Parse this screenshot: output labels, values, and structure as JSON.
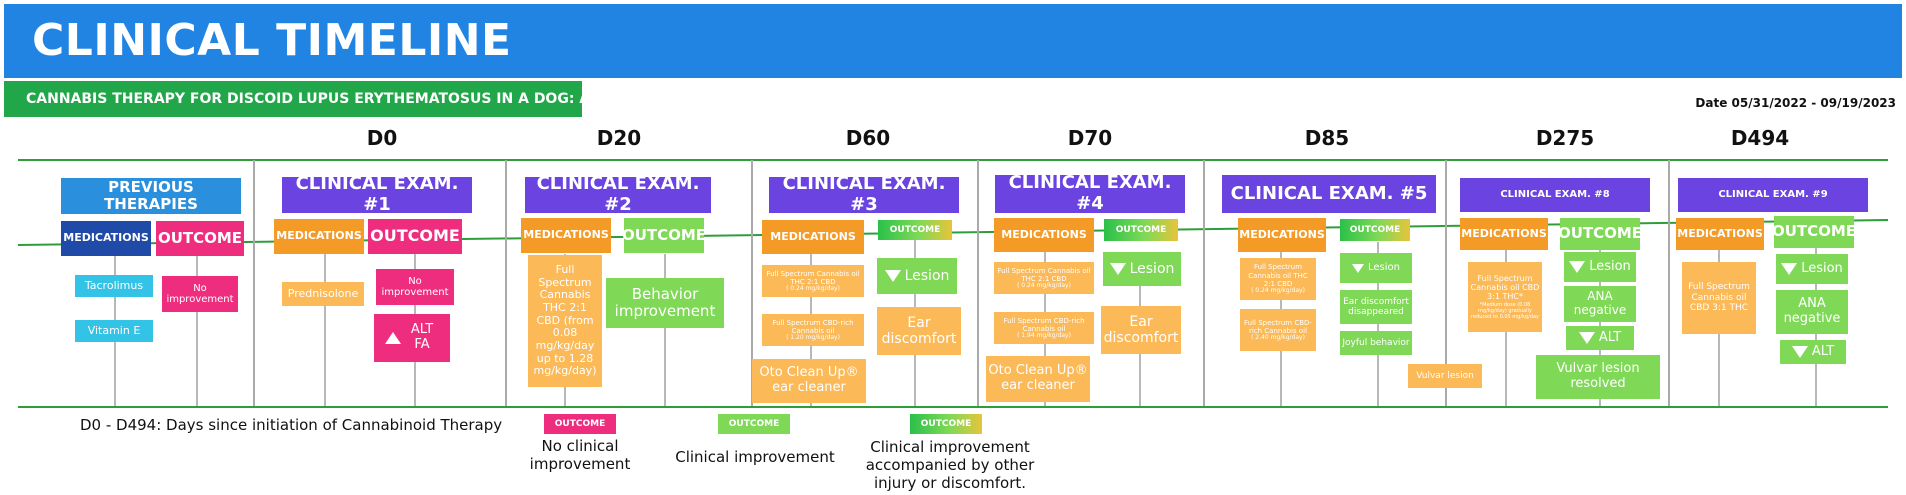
{
  "title": "CLINICAL TIMELINE",
  "subtitle": "CANNABIS THERAPY FOR DISCOID LUPUS ERYTHEMATOSUS IN A DOG: A CASE REPORT",
  "date_range": "Date 05/31/2022 - 09/19/2023",
  "day_labels": [
    "D0",
    "D20",
    "D60",
    "D70",
    "D85",
    "D275",
    "D494"
  ],
  "previous": {
    "header": "PREVIOUS THERAPIES",
    "medications_label": "MEDICATIONS",
    "outcome_label": "OUTCOME",
    "meds": [
      "Tacrolimus",
      "Vitamin E"
    ],
    "outcome": "No improvement"
  },
  "exam1": {
    "header": "CLINICAL EXAM. #1",
    "medications_label": "MEDICATIONS",
    "outcome_label": "OUTCOME",
    "med": "Prednisolone",
    "outcome_no_improvement": "No improvement",
    "outcome_alt_fa": "ALT FA"
  },
  "exam2": {
    "header": "CLINICAL EXAM. #2",
    "medications_label": "MEDICATIONS",
    "outcome_label": "OUTCOME",
    "med": "Full Spectrum Cannabis THC 2:1 CBD (from 0.08 mg/kg/day up to 1.28 mg/kg/day)",
    "outcome": "Behavior improvement"
  },
  "exam3": {
    "header": "CLINICAL EXAM. #3",
    "medications_label": "MEDICATIONS",
    "outcome_label": "OUTCOME",
    "med1": "Full Spectrum Cannabis oil THC 2:1 CBD",
    "med1_dose": "( 0.24 mg/kg/day)",
    "med2": "Full Spectrum CBD-rich Cannabis oil",
    "med2_dose": "( 1.20 mg/kg/day)",
    "med3": "Oto Clean Up® ear cleaner",
    "outcome1": "Lesion",
    "outcome2": "Ear discomfort"
  },
  "exam4": {
    "header": "CLINICAL EXAM. #4",
    "medications_label": "MEDICATIONS",
    "outcome_label": "OUTCOME",
    "med1": "Full Spectrum Cannabis oil THC 2:1 CBD",
    "med1_dose": "( 0.24 mg/kg/day)",
    "med2": "Full Spectrum CBD-rich Cannabis oil",
    "med2_dose": "( 1.94 mg/kg/day)",
    "med3": "Oto Clean Up® ear cleaner",
    "outcome1": "Lesion",
    "outcome2": "Ear discomfort"
  },
  "exam5": {
    "header": "CLINICAL EXAM. #5",
    "medications_label": "MEDICATIONS",
    "outcome_label": "OUTCOME",
    "med1": "Full Spectrum Cannabis oil THC 2:1 CBD",
    "med1_dose": "( 0.24 mg/kg/day)",
    "med2": "Full Spectrum CBD-rich Cannabis oil",
    "med2_dose": "( 2.40 mg/kg/day)",
    "outcome1": "Lesion",
    "outcome2": "Ear discomfort disappeared",
    "outcome3": "Joyful behavior",
    "outcome4": "Vulvar lesion"
  },
  "exam8": {
    "header": "CLINICAL EXAM. #8",
    "medications_label": "MEDICATIONS",
    "outcome_label": "OUTCOME",
    "med": "Full Spectrum Cannabis oil CBD 3:1 THC*",
    "med_note": "*Medium dose (0.08 mg/kg/day) gradually reduced to 0.05 mg/kg/day",
    "outcome1": "Lesion",
    "outcome2": "ANA negative",
    "outcome3": "ALT",
    "outcome4": "Vulvar lesion resolved"
  },
  "exam9": {
    "header": "CLINICAL EXAM. #9",
    "medications_label": "MEDICATIONS",
    "outcome_label": "OUTCOME",
    "med": "Full Spectrum Cannabis oil CBD 3:1 THC",
    "outcome1": "Lesion",
    "outcome2": "ANA negative",
    "outcome3": "ALT"
  },
  "footnote": "D0 - D494: Days since initiation of Cannabinoid Therapy",
  "legend": [
    {
      "label": "OUTCOME",
      "text": "No clinical improvement",
      "color": "#ef2d7e"
    },
    {
      "label": "OUTCOME",
      "text": "Clinical improvement",
      "color": "#7fd957"
    },
    {
      "label": "OUTCOME",
      "text": "Clinical improvement accompanied by other injury or discomfort.",
      "color": "#2bc04a"
    }
  ]
}
